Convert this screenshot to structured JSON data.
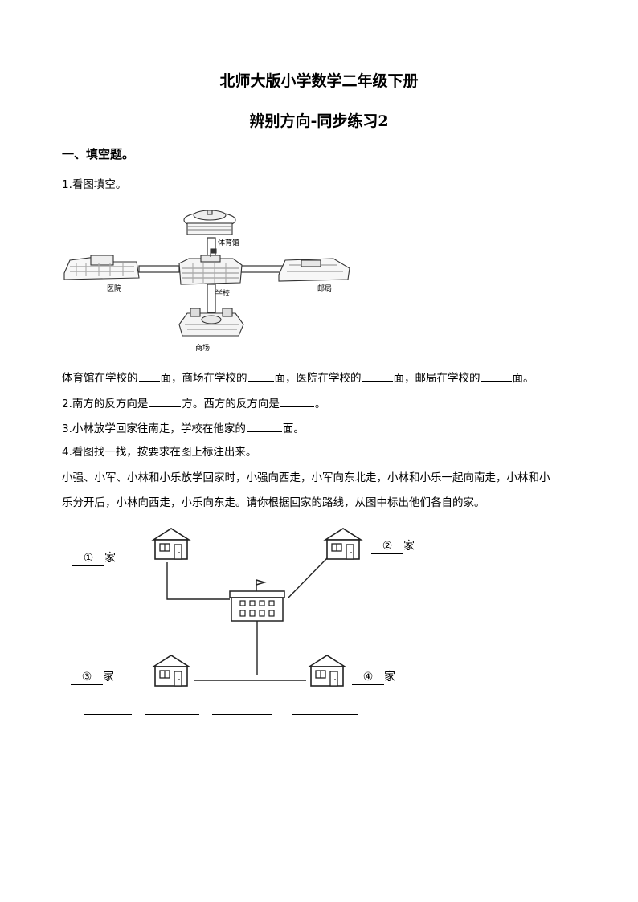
{
  "header": {
    "title": "北师大版小学数学二年级下册",
    "subtitle": "辨别方向-同步练习2"
  },
  "section1": {
    "heading": "一、填空题。"
  },
  "q1": {
    "prompt": "1.看图填空。",
    "figure_labels": {
      "gym": "体育馆",
      "hospital": "医院",
      "school": "学校",
      "post_office": "邮局",
      "mall": "商场"
    },
    "sentence": {
      "p1": "体育馆在学校的",
      "p2": "面，商场在学校的",
      "p3": "面，医院在学校的",
      "p4": "面，邮局在学校的",
      "p5": "面。"
    }
  },
  "q2": {
    "p1": "2.南方的反方向是",
    "p2": "方。西方的反方向是",
    "p3": "。"
  },
  "q3": {
    "p1": "3.小林放学回家往南走，学校在他家的",
    "p2": "面。"
  },
  "q4": {
    "prompt": "4.看图找一找，按要求在图上标注出来。",
    "line1": "小强、小军、小林和小乐放学回家时，小强向西走，小军向东北走，小林和小乐一起向南走，小林和小",
    "line2": "乐分开后，小林向西走，小乐向东走。请你根据回家的路线，从图中标出他们各自的家。",
    "houses": [
      {
        "number": "①",
        "suffix": "家"
      },
      {
        "number": "②",
        "suffix": "家"
      },
      {
        "number": "③",
        "suffix": "家"
      },
      {
        "number": "④",
        "suffix": "家"
      }
    ]
  }
}
